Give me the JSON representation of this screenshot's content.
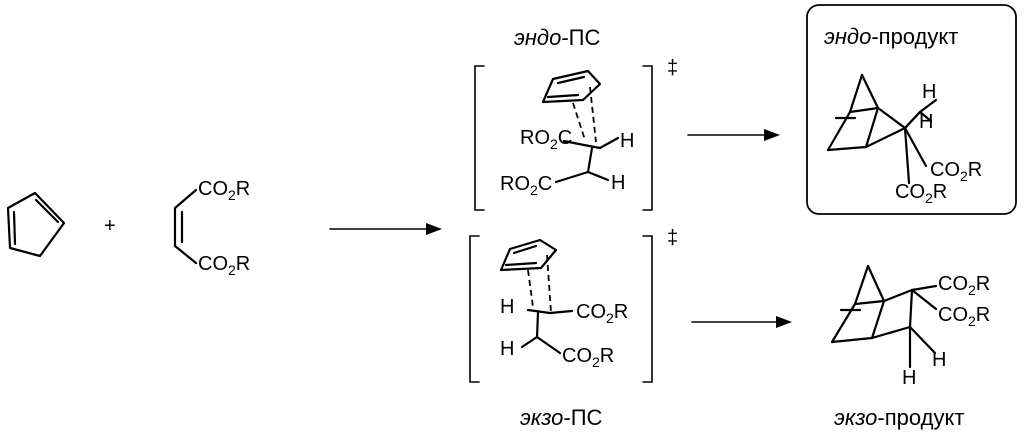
{
  "labels": {
    "endo_ts_prefix": "эндо",
    "endo_ts_suffix": "-ПС",
    "exo_ts_prefix": "экзо",
    "exo_ts_suffix": "-ПС",
    "endo_product_prefix": "эндо",
    "endo_product_suffix": "-продукт",
    "exo_product_prefix": "экзо",
    "exo_product_suffix": "-продукт",
    "plus": "+",
    "double_dagger": "‡"
  },
  "atoms": {
    "co2r_main": "CO",
    "ro2c_main": "RO",
    "c_letter": "C",
    "r_letter": "R",
    "sub_2": "2",
    "h": "H"
  }
}
